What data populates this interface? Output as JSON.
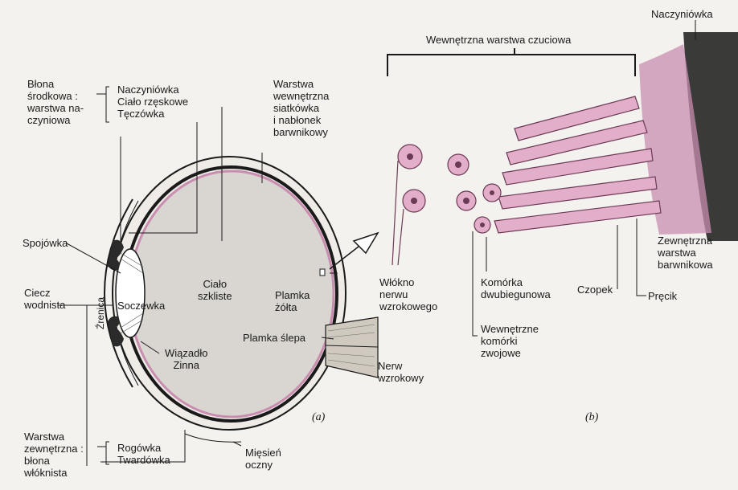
{
  "panel_a": {
    "caption": "(a)",
    "membrane_middle": [
      "Błona",
      "środkowa :",
      "warstwa na-",
      "czyniowa"
    ],
    "membrane_middle_parts": [
      "Naczyniówka",
      "Ciało rzęskowe",
      "Tęczówka"
    ],
    "retina_layer": [
      "Warstwa",
      "wewnętrzna",
      "siatkówka",
      "i nabłonek",
      "barwnikowy"
    ],
    "conjunctiva": "Spojówka",
    "aqueous": [
      "Ciecz",
      "wodnista"
    ],
    "pupil": "Źrenica",
    "lens": "Soczewka",
    "vitreous": [
      "Ciało",
      "szkliste"
    ],
    "macula": [
      "Plamka",
      "żółta"
    ],
    "blind_spot": "Plamka ślepa",
    "zonule": [
      "Wiązadło",
      "Zinna"
    ],
    "optic_nerve": [
      "Nerw",
      "wzrokowy"
    ],
    "outer_layer": [
      "Warstwa",
      "zewnętrzna :",
      "błona",
      "włóknista"
    ],
    "outer_layer_parts": [
      "Rogówka",
      "Twardówka"
    ],
    "muscle": [
      "Mięsień",
      "oczny"
    ]
  },
  "panel_b": {
    "caption": "(b)",
    "sensory_layer": "Wewnętrzna warstwa czuciowa",
    "choroid": "Naczyniówka",
    "nerve_fiber": [
      "Włókno",
      "nerwu",
      "wzrokowego"
    ],
    "bipolar": [
      "Komórka",
      "dwubiegunowa"
    ],
    "ganglion": [
      "Wewnętrzne",
      "komórki",
      "zwojowe"
    ],
    "cone": "Czopek",
    "rod": "Pręcik",
    "pigment_layer": [
      "Zewnętrzna",
      "warstwa",
      "barwnikowa"
    ]
  },
  "colors": {
    "ink": "#1a1a1a",
    "cell_pink": "#e3aeca",
    "cell_outline": "#6b3a55",
    "pigment": "#c98db0",
    "choroid_dark": "#3a3a38",
    "vitreous": "#d9d6d1",
    "sclera": "#efece7"
  }
}
